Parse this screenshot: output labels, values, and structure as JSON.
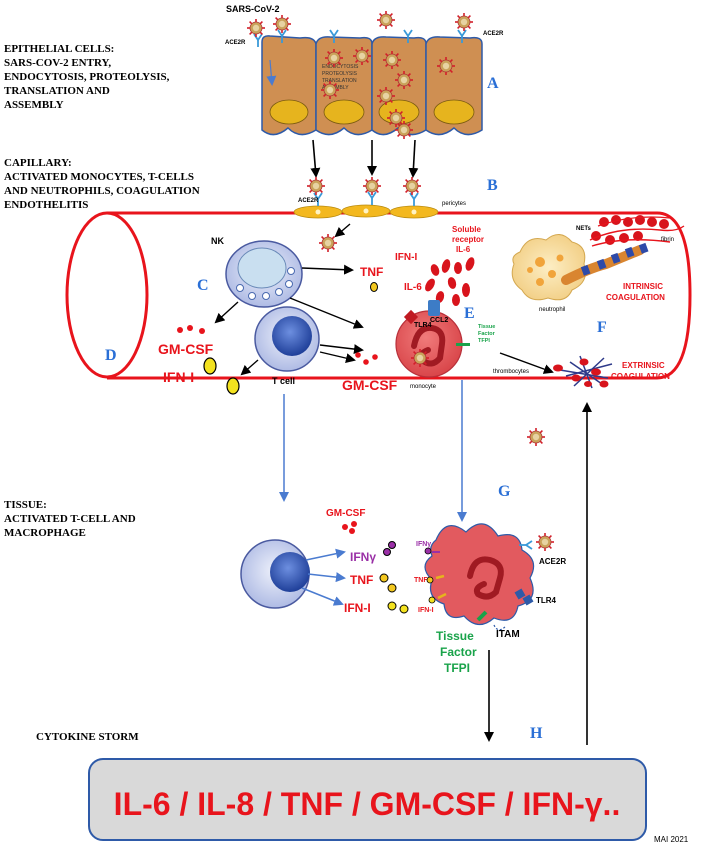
{
  "virus": {
    "label": "SARS-CoV-2",
    "receptor_label": "ACE2R"
  },
  "sections": {
    "epithelial": {
      "lines": [
        "EPITHELIAL CELLS:",
        "SARS-COV-2 ENTRY,",
        "ENDOCYTOSIS, PROTEOLYSIS,",
        "TRANSLATION AND",
        "ASSEMBLY"
      ],
      "cell_note": [
        "ENDOCYTOSIS",
        "PROTEOLYSIS",
        "TRANSLATION",
        "ASSEMBLY"
      ]
    },
    "capillary": {
      "lines": [
        "CAPILLARY:",
        "ACTIVATED MONOCYTES, T-CELLS",
        "AND NEUTROPHILS, COAGULATION",
        "ENDOTHELITIS"
      ]
    },
    "tissue": {
      "lines": [
        "TISSUE:",
        "ACTIVATED T-CELL AND",
        "MACROPHAGE"
      ]
    },
    "storm": {
      "label": "CYTOKINE STORM"
    }
  },
  "letters": {
    "A": "A",
    "B": "B",
    "C": "C",
    "D": "D",
    "E": "E",
    "F": "F",
    "G": "G",
    "H": "H"
  },
  "capillary_labels": {
    "pericytes": "pericytes",
    "nk": "NK",
    "tnf": "TNF",
    "gmcsf": "GM-CSF",
    "ifn_i": "IFN-I",
    "t_cell": "T cell",
    "gmcsf_2": "GM-CSF",
    "ifn_i_2": "IFN-I",
    "soluble_receptor": [
      "Soluble",
      "receptor",
      "IL-6"
    ],
    "il6": "IL-6",
    "tlr4": "TLR4",
    "ccl2": "CCL2",
    "tissue_factor_small": [
      "Tissue",
      "Factor",
      "TFPI"
    ],
    "monocyte": "monocyte",
    "neutrophil": "neutrophil",
    "nets": "NETs",
    "fibrin": "fibrin",
    "intrinsic": [
      "INTRINSIC",
      "COAGULATION"
    ],
    "extrinsic": [
      "EXTRINSIC",
      "COAGULATION"
    ],
    "thrombocytes": "thrombocytes"
  },
  "tissue_labels": {
    "gmcsf": "GM-CSF",
    "ifng": "IFNγ",
    "tnf": "TNF",
    "ifn_i": "IFN-I",
    "mac_ifng": "IFNγ",
    "mac_tnf": "TNF",
    "mac_ifn_i": "IFN-I",
    "ace2r": "ACE2R",
    "tlr4": "TLR4",
    "tissue_factor": [
      "Tissue",
      "Factor",
      "TFPI"
    ],
    "itam": "ITAM"
  },
  "storm_box": {
    "text": "IL-6  / IL-8 / TNF / GM-CSF / IFN-γ.."
  },
  "credit": "MAI 2021",
  "colors": {
    "red": "#e8141c",
    "blue_letter": "#2a6fd6",
    "green": "#19a34a",
    "purple": "#9a2fa6",
    "cell_fill": "#cf8f52",
    "nucleus": "#e6b41e",
    "capillary": "#e8141c",
    "box_fill": "#d9d9d9",
    "box_stroke": "#2e5aa8"
  }
}
